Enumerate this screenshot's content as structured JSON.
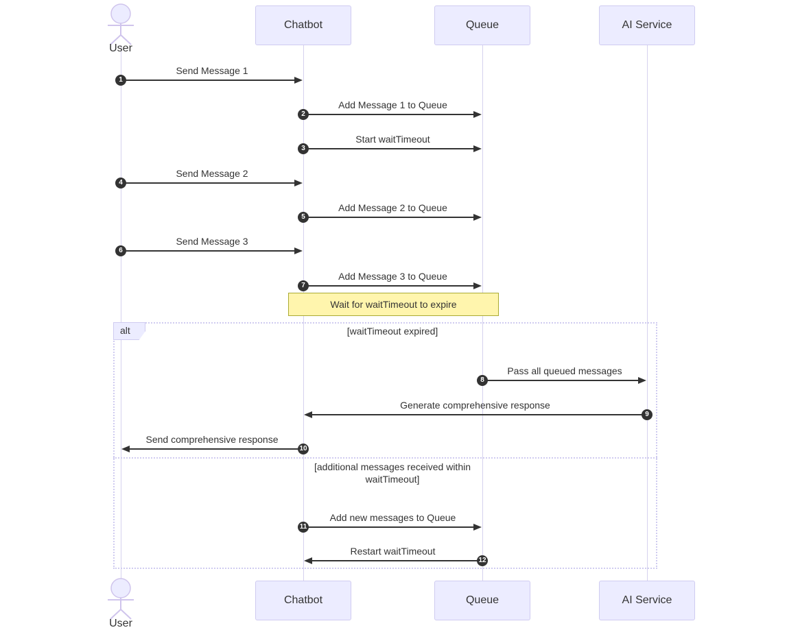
{
  "diagram": {
    "type": "sequence-diagram",
    "actors": [
      {
        "id": "user",
        "label": "User",
        "kind": "actor"
      },
      {
        "id": "chatbot",
        "label": "Chatbot",
        "kind": "participant"
      },
      {
        "id": "queue",
        "label": "Queue",
        "kind": "participant"
      },
      {
        "id": "ai_service",
        "label": "AI Service",
        "kind": "participant"
      }
    ],
    "messages": [
      {
        "num": "1",
        "from": "user",
        "to": "chatbot",
        "label": "Send Message 1"
      },
      {
        "num": "2",
        "from": "chatbot",
        "to": "queue",
        "label": "Add Message 1 to Queue"
      },
      {
        "num": "3",
        "from": "chatbot",
        "to": "queue",
        "label": "Start waitTimeout"
      },
      {
        "num": "4",
        "from": "user",
        "to": "chatbot",
        "label": "Send Message 2"
      },
      {
        "num": "5",
        "from": "chatbot",
        "to": "queue",
        "label": "Add Message 2 to Queue"
      },
      {
        "num": "6",
        "from": "user",
        "to": "chatbot",
        "label": "Send Message 3"
      },
      {
        "num": "7",
        "from": "chatbot",
        "to": "queue",
        "label": "Add Message 3 to Queue"
      },
      {
        "num": "8",
        "from": "queue",
        "to": "ai_service",
        "label": "Pass all queued messages"
      },
      {
        "num": "9",
        "from": "ai_service",
        "to": "chatbot",
        "label": "Generate comprehensive response"
      },
      {
        "num": "10",
        "from": "chatbot",
        "to": "user",
        "label": "Send comprehensive response"
      },
      {
        "num": "11",
        "from": "chatbot",
        "to": "queue",
        "label": "Add new messages to Queue"
      },
      {
        "num": "12",
        "from": "queue",
        "to": "chatbot",
        "label": "Restart waitTimeout"
      }
    ],
    "note": {
      "over": [
        "chatbot",
        "queue"
      ],
      "label": "Wait for waitTimeout to expire"
    },
    "alt_frame": {
      "label": "alt",
      "branches": [
        {
          "condition": "[waitTimeout expired]"
        },
        {
          "condition": "[additional messages received within\nwaitTimeout]"
        }
      ]
    },
    "colors": {
      "actor_fill": "#ECECFF",
      "actor_border": "#cfcbf0",
      "figure_stroke": "#cfc4ec",
      "lifeline": "#d5d1ee",
      "message_line": "#333333",
      "note_fill": "#fff5ad",
      "note_border": "#aaaa33",
      "frame_border": "#cfcbf0",
      "badge_fill": "#333333",
      "badge_text": "#ffffff",
      "text": "#333333"
    }
  }
}
